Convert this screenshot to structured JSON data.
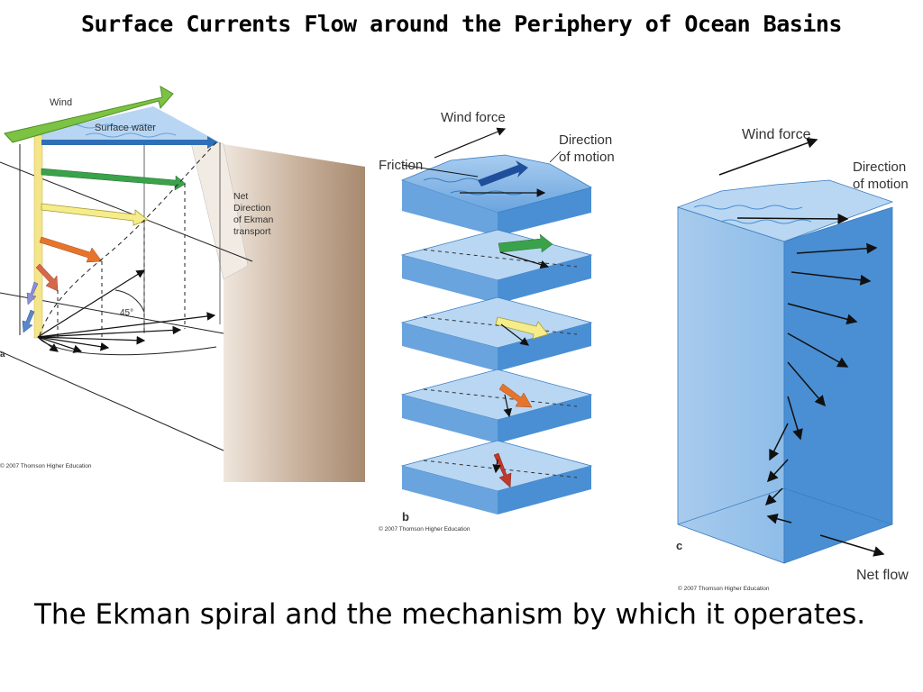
{
  "title": "Surface Currents Flow around the Periphery of Ocean Basins",
  "caption": "The Ekman spiral and the mechanism by which it operates.",
  "panel_a": {
    "letter": "a",
    "wind": "Wind",
    "surface_water": "Surface water",
    "net_direction": [
      "Net",
      "Direction",
      "of Ekman",
      "transport"
    ],
    "angle": "45°",
    "copyright": "© 2007 Thomson Higher Education"
  },
  "panel_b": {
    "letter": "b",
    "wind_force": "Wind force",
    "friction": "Friction",
    "direction_of_motion": [
      "Direction",
      "of motion"
    ],
    "copyright": "© 2007 Thomson Higher Education"
  },
  "panel_c": {
    "letter": "c",
    "wind_force": "Wind force",
    "direction_of_motion": [
      "Direction",
      "of motion"
    ],
    "net_flow": "Net flow",
    "copyright": "© 2007 Thomson Higher Education"
  },
  "colors": {
    "water_light": "#b9d7f2",
    "water_mid": "#7fb1e3",
    "water_dark": "#4a8fd4",
    "wall_brown": "#c9b3a0",
    "arrow_green": "#3aa24a",
    "arrow_yellow": "#f5ec8a",
    "arrow_orange": "#e8742c",
    "arrow_red": "#c0392b",
    "arrow_blue": "#1f5fa8",
    "net_flow_text": "#d9533a"
  }
}
